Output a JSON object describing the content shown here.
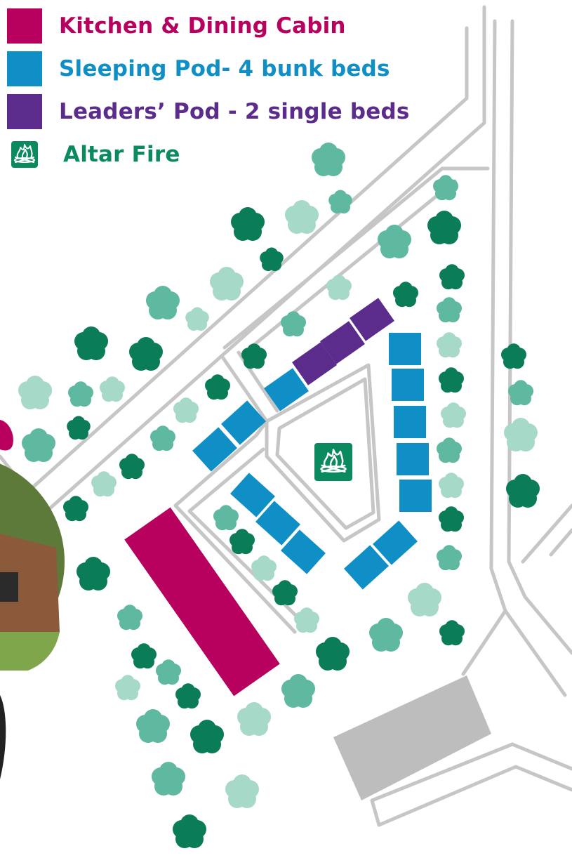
{
  "colors": {
    "kitchen": "#b8005e",
    "sleeping": "#0f8fc6",
    "leaders": "#5b2c8c",
    "fire": "#0a8a5e",
    "tree_dark": "#0b7c58",
    "tree_mid": "#5fb8a0",
    "tree_light": "#a7d9c9",
    "path": "#c6c6c6",
    "parking": "#bdbdbd"
  },
  "legend": [
    {
      "label": "Kitchen & Dining Cabin",
      "kind": "kitchen",
      "color": "#b8005e"
    },
    {
      "label": "Sleeping Pod- 4 bunk beds",
      "kind": "sleeping",
      "color": "#0f8fc6"
    },
    {
      "label": "Leaders’ Pod - 2 single beds",
      "kind": "leaders",
      "color": "#5b2c8c"
    },
    {
      "label": "Altar Fire",
      "kind": "fire",
      "color": "#0a8a5e",
      "icon": "campfire-icon"
    }
  ]
}
